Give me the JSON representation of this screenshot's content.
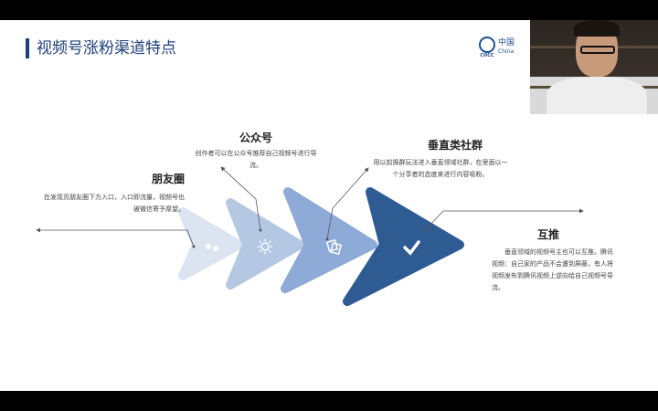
{
  "title": "视频号涨粉渠道特点",
  "logo": {
    "cn": "中国",
    "en": "China",
    "abbr": "CHCC"
  },
  "items": [
    {
      "heading": "朋友圈",
      "desc": "在发现页朋友圈下方入口，入口即流量，视频号也被微信寄予厚望。",
      "icon": "water-drops-icon"
    },
    {
      "heading": "公众号",
      "desc": "创作者可以在公众号推荐自己视频号进行导流。",
      "icon": "sun-icon"
    },
    {
      "heading": "垂直类社群",
      "desc": "用以前换群玩法进入垂直领域社群，在里面以一个分享者的态度来进行内容吸粉。",
      "icon": "cards-icon"
    },
    {
      "heading": "互推",
      "desc": "垂直领域的视频号主也可以互推。腾讯视频：自己家的产品不会遭到屏蔽，有人将视频发布到腾讯视频上逆向给自己视频号导流。",
      "icon": "check-icon"
    }
  ],
  "colors": [
    "#dbe4f1",
    "#b4c7e3",
    "#8eaad6",
    "#2d5b92"
  ]
}
